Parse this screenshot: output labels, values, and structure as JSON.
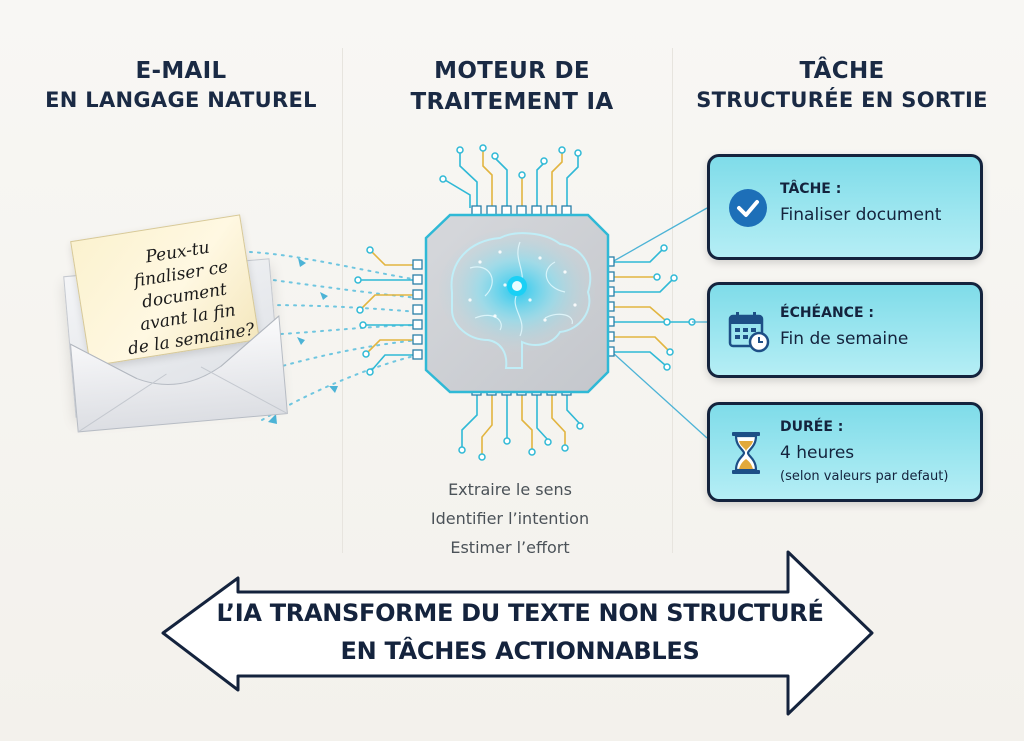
{
  "columns": {
    "input": {
      "title_line1": "E-MAIL",
      "title_line2": "EN LANGAGE NATUREL"
    },
    "engine": {
      "title_line1": "MOTEUR DE",
      "title_line2": "TRAITEMENT IA"
    },
    "output": {
      "title_line1": "TÂCHE",
      "title_line2": "STRUCTURÉE EN SORTIE"
    }
  },
  "email": {
    "lines": [
      "Peux-tu",
      "finaliser ce",
      "document",
      "avant la fin",
      "de la semaine?"
    ]
  },
  "engine": {
    "icon": "brain-chip-icon",
    "steps": [
      "Extraire le sens",
      "Identifier l’intention",
      "Estimer l’effort"
    ]
  },
  "output_cards": [
    {
      "icon": "checkmark-circle-icon",
      "label": "TÂCHE :",
      "value": "Finaliser document",
      "note": ""
    },
    {
      "icon": "calendar-clock-icon",
      "label": "ÉCHÉANCE :",
      "value": "Fin de semaine",
      "note": ""
    },
    {
      "icon": "hourglass-icon",
      "label": "DURÉE :",
      "value": "4 heures",
      "note": "(selon valeurs par defaut)"
    }
  ],
  "banner": {
    "line1": "L’IA TRANSFORME DU TEXTE NON STRUCTURÉ",
    "line2": "EN TÂCHES ACTIONNABLES",
    "icon": "double-arrow-icon"
  },
  "colors": {
    "navy": "#14233d",
    "card_fill": "#7fdce9",
    "circuit_cyan": "#2fb9d6",
    "circuit_gold": "#e2b540",
    "chip_body": "#cfd2d6"
  }
}
